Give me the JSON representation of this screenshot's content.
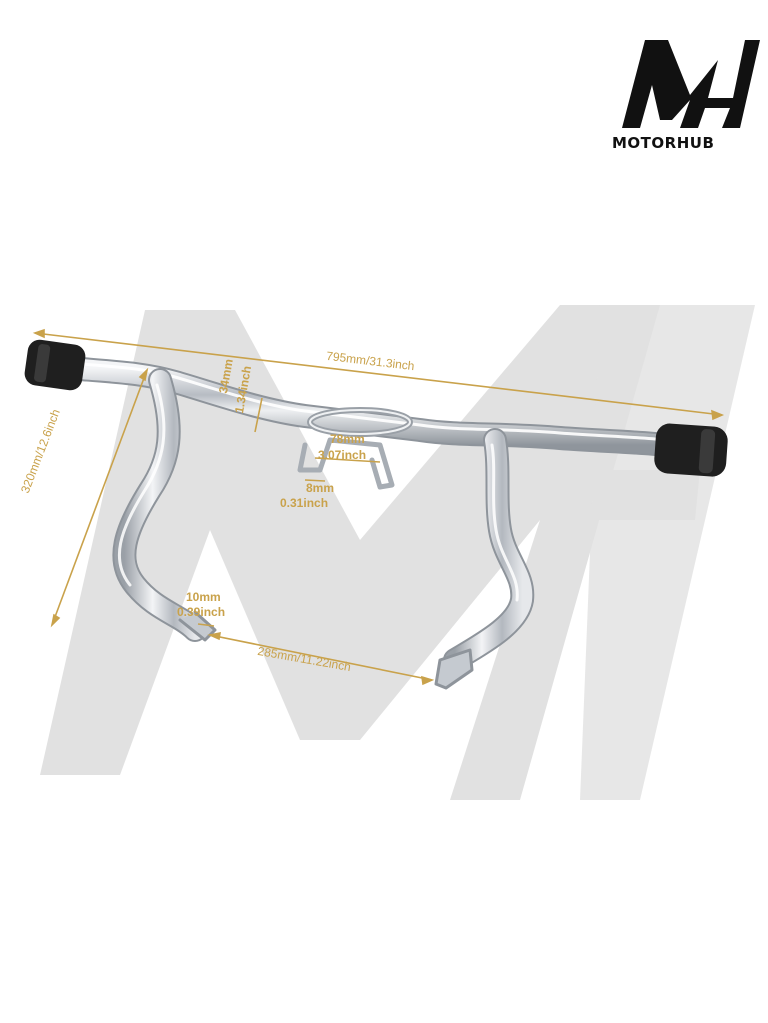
{
  "brand": {
    "name": "MOTORHUB",
    "colors": {
      "logo": "#111111",
      "watermark": "#dcdcdc",
      "dimension": "#c9a24b",
      "chrome": "#c8cbd0",
      "rubber": "#1f1f1f"
    }
  },
  "dimensions": {
    "overall_width": "795mm/31.3inch",
    "height": "320mm/12.6inch",
    "bar_diameter": "34mm",
    "bar_diameter_in": "1.34inch",
    "mount_width": "78mm",
    "mount_width_in": "3.07inch",
    "mount_hole": "8mm",
    "mount_hole_in": "0.31inch",
    "foot_hole": "10mm",
    "foot_hole_in": "0.39inch",
    "foot_spacing": "285mm/11.22inch"
  }
}
